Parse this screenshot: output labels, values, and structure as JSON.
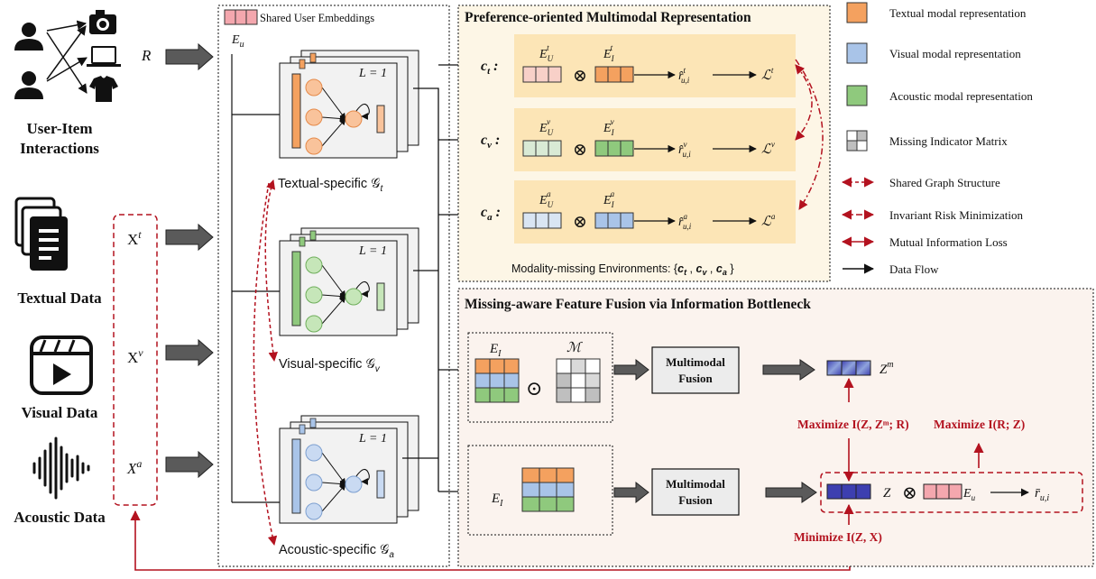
{
  "left": {
    "interactions_label": [
      "User-Item",
      "Interactions"
    ],
    "textual_label": "Textual Data",
    "visual_label": "Visual Data",
    "acoustic_label": "Acoustic Data",
    "r_symbol": "R",
    "x_symbol": "X",
    "x_t_sup": "t",
    "x_v_sup": "v",
    "x_a_sup": "a"
  },
  "graphs": {
    "shared_user_embeddings": "Shared User Embeddings",
    "e_u": "E",
    "e_u_sub": "u",
    "layer_label": "L = 1",
    "textual": "Textual-specific 𝒢",
    "textual_sub": "t",
    "visual": "Visual-specific 𝒢",
    "visual_sub": "v",
    "acoustic": "Acoustic-specific 𝒢",
    "acoustic_sub": "a"
  },
  "preference": {
    "title": "Preference-oriented Multimodal Representation",
    "rows": [
      {
        "env": "c",
        "env_sub": "t",
        "sup": "t",
        "loss": "ℒ",
        "color": "#f4a15f",
        "user_color": "#f8d0c8"
      },
      {
        "env": "c",
        "env_sub": "v",
        "sup": "v",
        "loss": "ℒ",
        "color": "#8fc97d",
        "user_color": "#d9ead5"
      },
      {
        "env": "c",
        "env_sub": "a",
        "sup": "a",
        "loss": "ℒ",
        "color": "#a9c4e8",
        "user_color": "#d9e5f3"
      }
    ],
    "eu_label": "E",
    "eu_sub": "U",
    "ei_label": "E",
    "ei_sub": "I",
    "rhat": "r̂",
    "rhat_sub": "u,i",
    "footer_prefix": "Modality-missing Environments: {",
    "footer_items": [
      "c",
      "c",
      "c"
    ],
    "footer_subs": [
      "t",
      "v",
      "a"
    ],
    "footer_suffix": "}"
  },
  "fusion": {
    "title": "Missing-aware Feature Fusion via Information Bottleneck",
    "ei": "E",
    "ei_sub": "I",
    "mask_symbol": "ℳ",
    "fusion_label": [
      "Multimodal",
      "Fusion"
    ],
    "zm": "Z",
    "zm_sup": "m",
    "z": "Z",
    "eu": "E",
    "eu_sub": "u",
    "rbar": "r̄",
    "rbar_sub": "u,i",
    "maximize_1": "Maximize I(Z, Zᵐ; R)",
    "maximize_2": "Maximize I(R; Z)",
    "minimize": "Minimize I(Z, X)"
  },
  "legend": {
    "items": [
      {
        "label": "Textual modal representation",
        "color": "#f4a15f",
        "kind": "swatch"
      },
      {
        "label": "Visual modal representation",
        "color": "#a9c4e8",
        "kind": "swatch"
      },
      {
        "label": "Acoustic modal representation",
        "color": "#8fc97d",
        "kind": "swatch"
      },
      {
        "label": "Missing Indicator Matrix",
        "color": "#bfbfbf",
        "kind": "grid"
      },
      {
        "label": "Shared Graph Structure",
        "color": "#b3121f",
        "kind": "dash"
      },
      {
        "label": "Invariant Risk Minimization",
        "color": "#b3121f",
        "kind": "dashdot"
      },
      {
        "label": "Mutual Information Loss",
        "color": "#b3121f",
        "kind": "solid"
      },
      {
        "label": "Data Flow",
        "color": "#111111",
        "kind": "flow"
      }
    ]
  },
  "colors": {
    "text": "#f4a15f",
    "visual": "#a9c4e8",
    "acoustic": "#8fc97d",
    "user": "#f4a7ae",
    "panel": "#fdf6e6",
    "fusion_panel": "#fbf3ee",
    "red": "#b3121f"
  }
}
